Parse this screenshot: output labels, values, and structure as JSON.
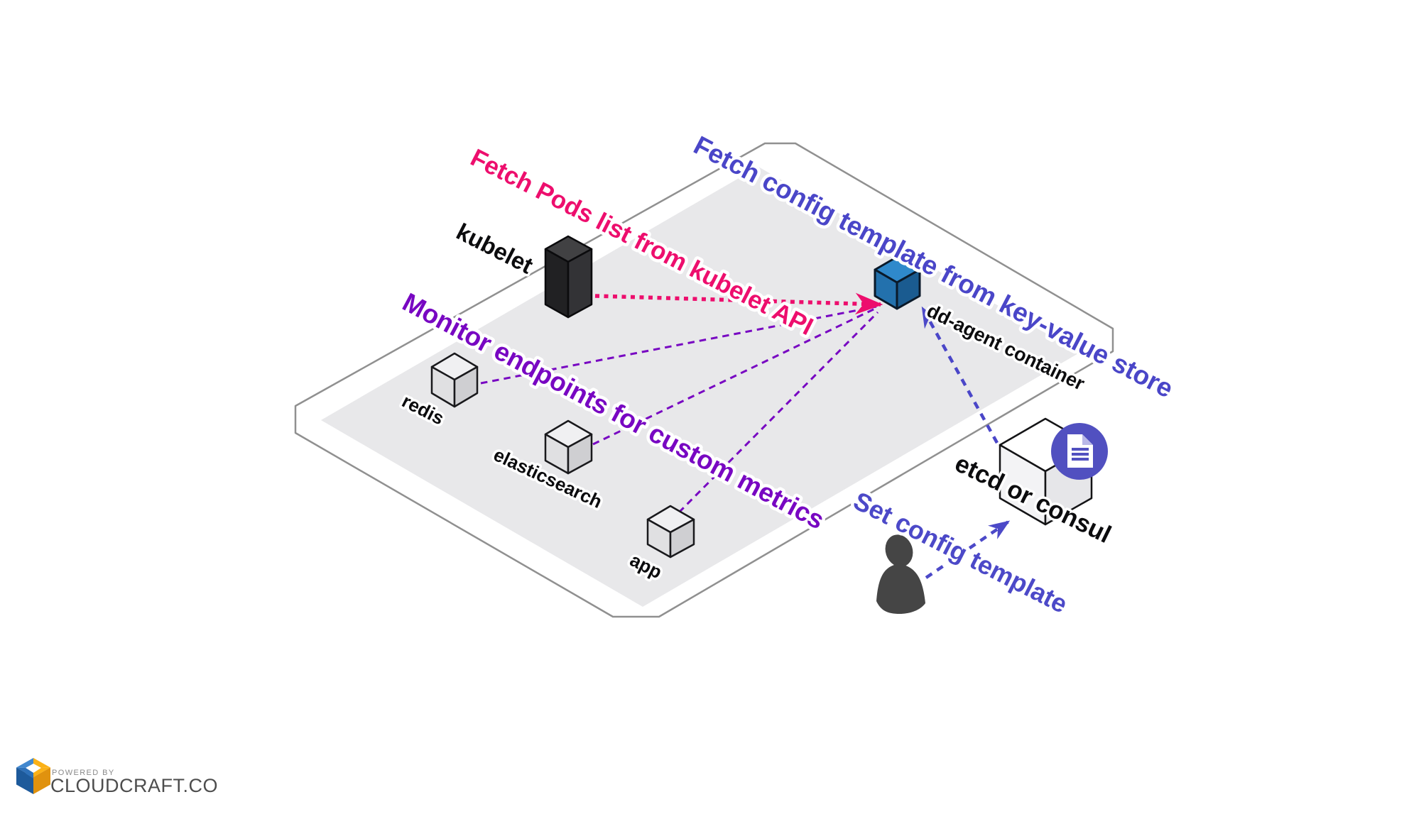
{
  "colors": {
    "pink": "#ed0e6d",
    "purple": "#7807c2",
    "indigo": "#4a46c8",
    "arrow_blue": "#4c49c8",
    "platform_floor": "#e8e8ea",
    "platform_outline": "#909090",
    "node_dark": "#2a2a2c",
    "node_blue": "#2f89cb",
    "node_light": "#f0f0f2",
    "badge_indigo": "#5150c0",
    "person_gray": "#454545",
    "logo_blue": "#2d70b8",
    "logo_blue_dark": "#1d5a9b",
    "logo_blue_light": "#4288cf",
    "logo_yellow": "#fbb117",
    "logo_orange": "#e0920e",
    "footer_gray": "#4d4d4d"
  },
  "nodes": {
    "kubelet": {
      "label": "kubelet"
    },
    "dd_agent": {
      "label": "dd-agent container"
    },
    "redis": {
      "label": "redis"
    },
    "elasticsearch": {
      "label": "elasticsearch"
    },
    "app": {
      "label": "app"
    },
    "kv_store": {
      "label": "etcd or consul"
    }
  },
  "annotations": {
    "fetch_pods": {
      "label": "Fetch Pods list from kubelet API",
      "color": "#ed0e6d"
    },
    "fetch_config": {
      "label": "Fetch config template from key-value store",
      "color": "#4a46c8"
    },
    "monitor": {
      "label": "Monitor endpoints for custom metrics",
      "color": "#7807c2"
    },
    "set_config": {
      "label": "Set config template",
      "color": "#4c49c8"
    }
  },
  "footer": {
    "powered_by": "POWERED BY",
    "brand": "CLOUDCRAFT.CO"
  }
}
